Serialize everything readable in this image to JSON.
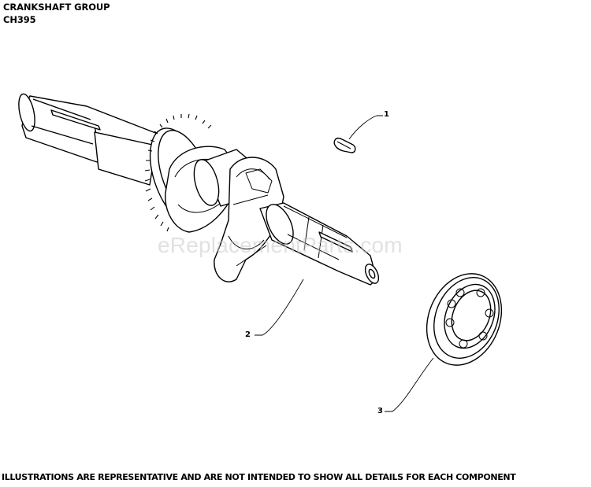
{
  "header": {
    "title": "CRANKSHAFT GROUP",
    "model": "CH395"
  },
  "callouts": [
    {
      "number": "1",
      "part": "key"
    },
    {
      "number": "2",
      "part": "crankshaft"
    },
    {
      "number": "3",
      "part": "bearing"
    }
  ],
  "watermark": "eReplacementParts.com",
  "footer": {
    "disclaimer": "ILLUSTRATIONS ARE REPRESENTATIVE AND ARE NOT INTENDED TO SHOW ALL DETAILS FOR EACH COMPONENT"
  }
}
